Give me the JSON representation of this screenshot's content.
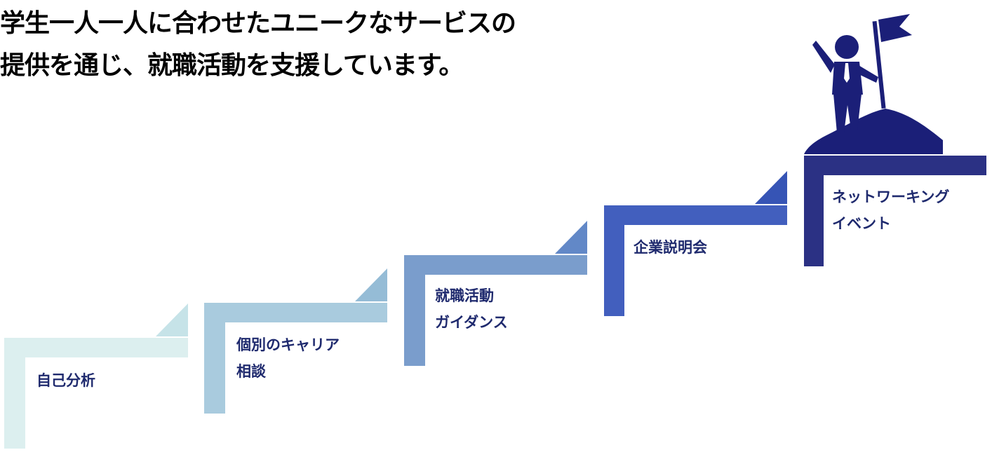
{
  "headline": {
    "line1": "学生一人一人に合わせたユニークなサービスの",
    "line2": "提供を通じ、就職活動を支援しています。"
  },
  "colors": {
    "text": "#000000",
    "label": "#1f2a6e",
    "figure": "#1b1f78"
  },
  "steps": [
    {
      "lines": [
        "自己分析"
      ],
      "color": "#dcefef",
      "accent": "#c6e3e8"
    },
    {
      "lines": [
        "個別のキャリア",
        "相談"
      ],
      "color": "#a9cbde",
      "accent": "#95bcd6"
    },
    {
      "lines": [
        "就職活動",
        "ガイダンス"
      ],
      "color": "#7a9dcc",
      "accent": "#6288c7"
    },
    {
      "lines": [
        "企業説明会"
      ],
      "color": "#425fbe",
      "accent": "#3654b5"
    },
    {
      "lines": [
        "ネットワーキング",
        "イベント"
      ],
      "color": "#2b3184",
      "accent": "#2b3184"
    }
  ]
}
